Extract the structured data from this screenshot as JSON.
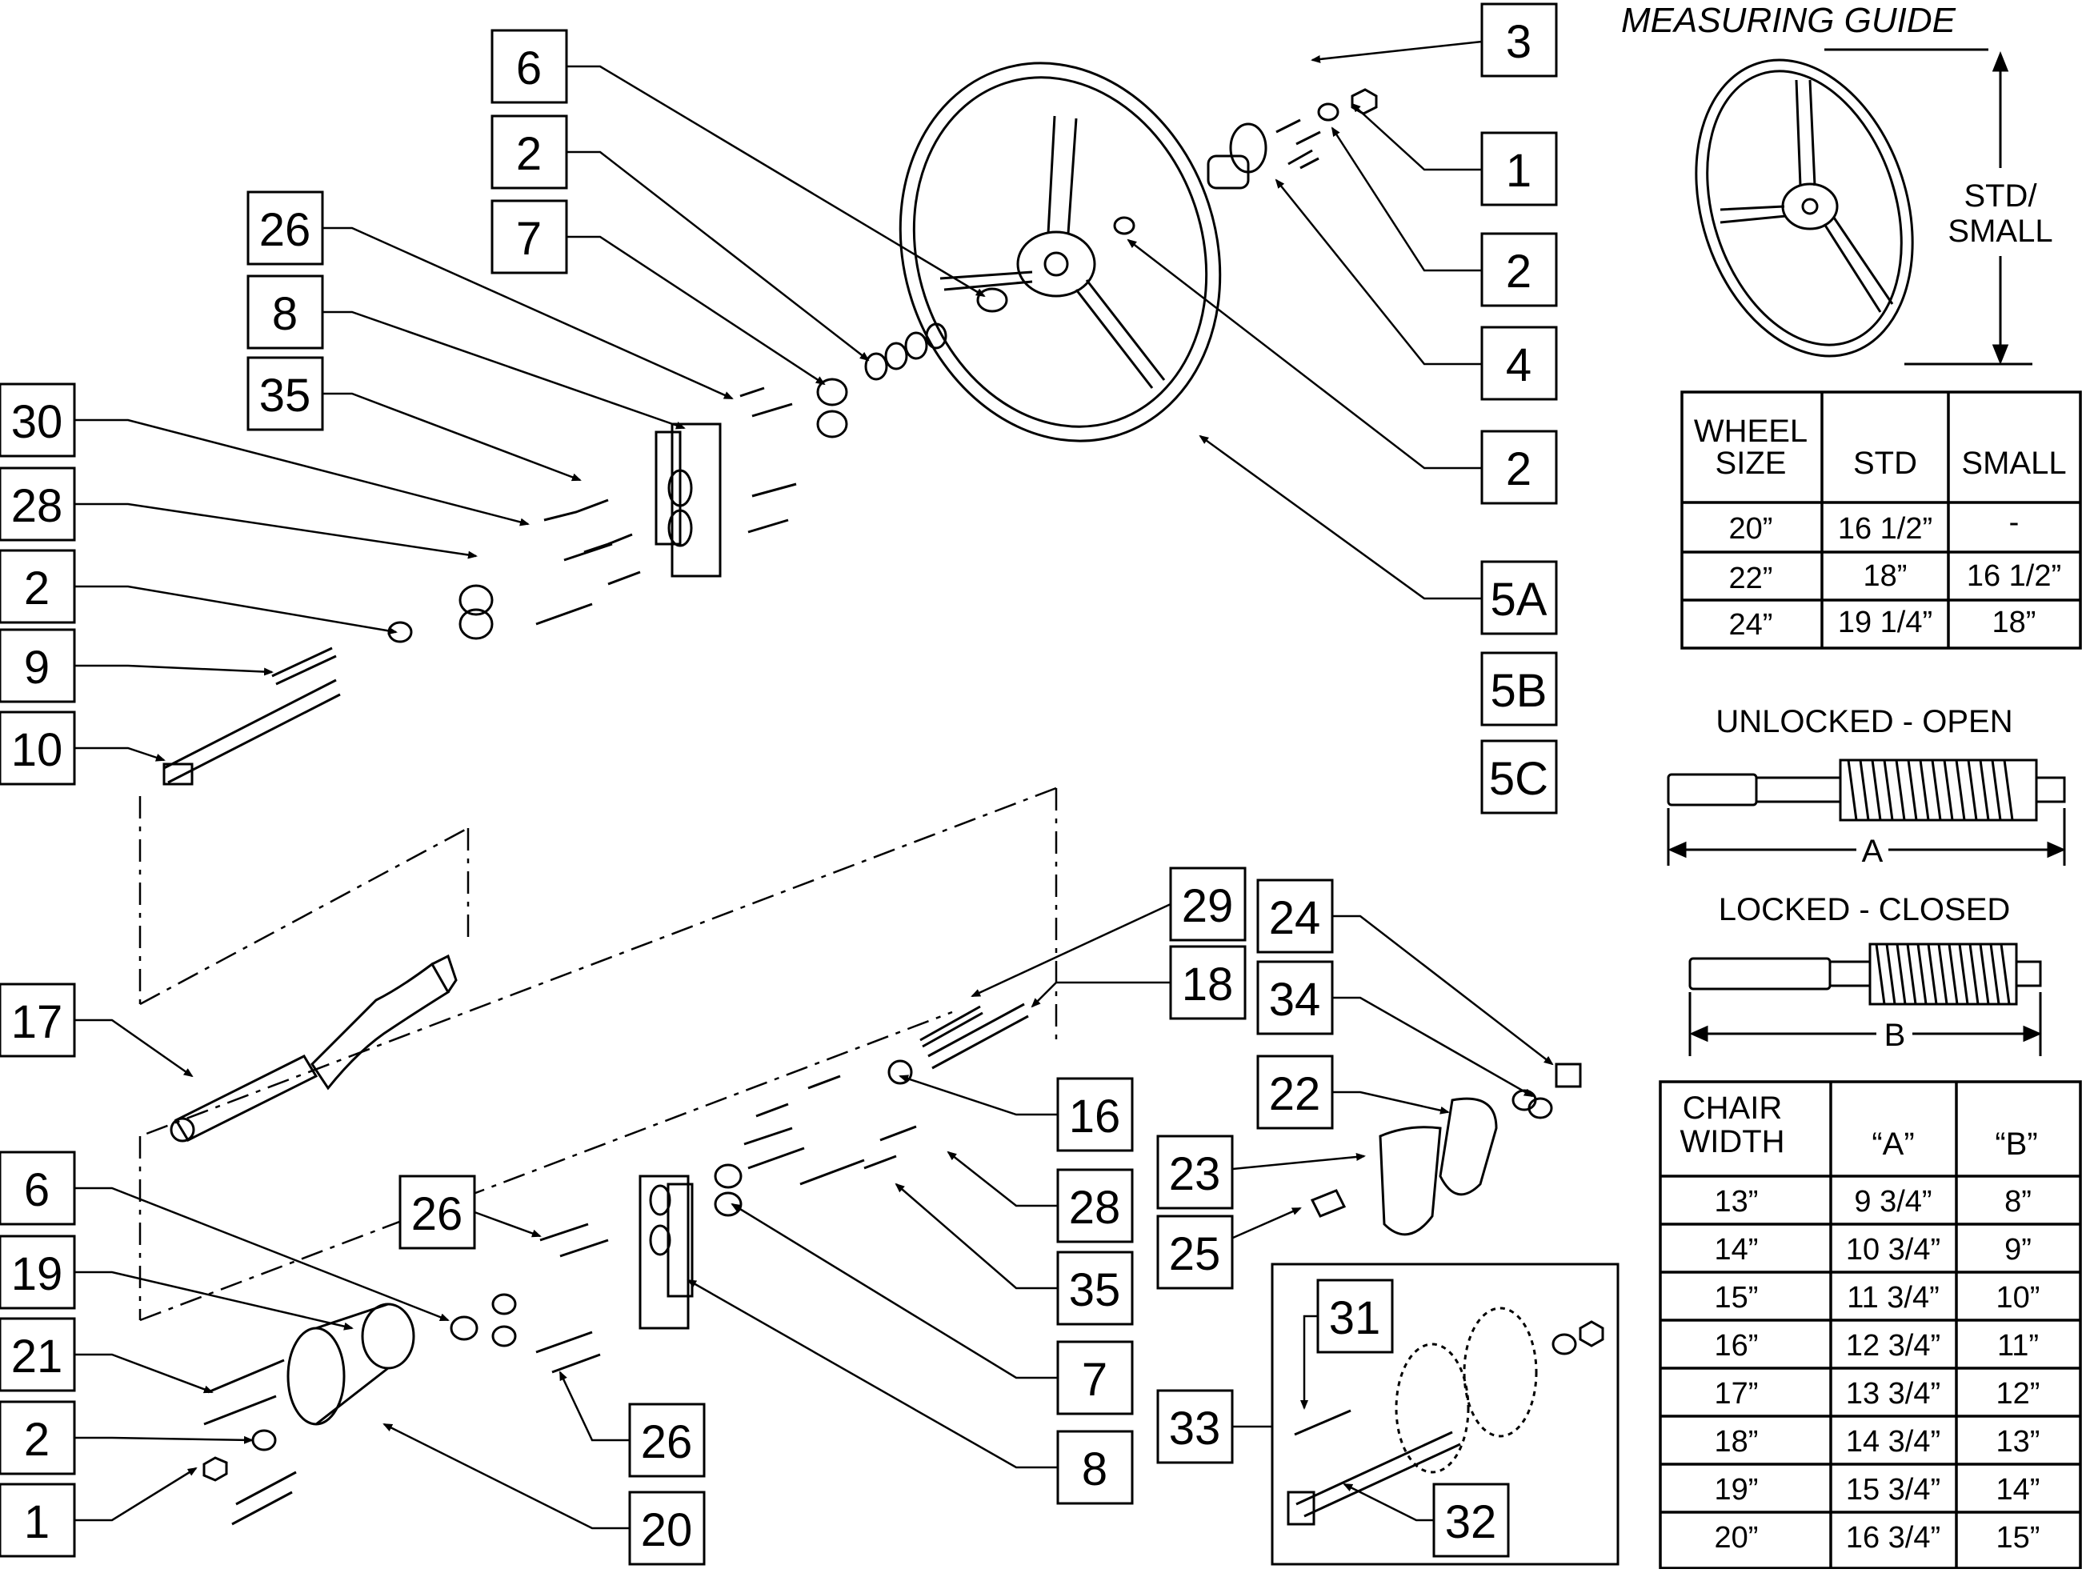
{
  "callouts": {
    "c3": "3",
    "c1a": "1",
    "c2a": "2",
    "c4": "4",
    "c2b": "2",
    "c5a": "5A",
    "c5b": "5B",
    "c5c": "5C",
    "c6a": "6",
    "c2c": "2",
    "c7a": "7",
    "c26a": "26",
    "c8a": "8",
    "c35a": "35",
    "c30": "30",
    "c28a": "28",
    "c2d": "2",
    "c9": "9",
    "c10": "10",
    "c17": "17",
    "c29": "29",
    "c18": "18",
    "c24": "24",
    "c34": "34",
    "c22": "22",
    "c16": "16",
    "c28b": "28",
    "c35b": "35",
    "c7b": "7",
    "c8b": "8",
    "c23": "23",
    "c25": "25",
    "c26b": "26",
    "c26c": "26",
    "c6b": "6",
    "c19": "19",
    "c21": "21",
    "c2e": "2",
    "c1b": "1",
    "c20": "20",
    "c31": "31",
    "c33": "33",
    "c32": "32"
  },
  "measuring_guide": {
    "title": "MEASURING GUIDE",
    "dim_label_1": "STD/",
    "dim_label_2": "SMALL"
  },
  "wheel_table": {
    "headers": [
      "WHEEL SIZE",
      "STD",
      "SMALL"
    ],
    "header_lines": [
      "WHEEL",
      "SIZE"
    ],
    "rows": [
      [
        "20”",
        "16 1/2”",
        "-"
      ],
      [
        "22”",
        "18”",
        "16 1/2”"
      ],
      [
        "24”",
        "19 1/4”",
        "18”"
      ]
    ]
  },
  "lock_diagrams": {
    "unlocked_label": "UNLOCKED - OPEN",
    "dim_a": "A",
    "locked_label": "LOCKED - CLOSED",
    "dim_b": "B"
  },
  "chair_table": {
    "header_lines": [
      "CHAIR",
      "WIDTH"
    ],
    "headers": [
      "CHAIR WIDTH",
      "“A”",
      "“B”"
    ],
    "rows": [
      [
        "13”",
        "9 3/4”",
        "8”"
      ],
      [
        "14”",
        "10 3/4”",
        "9”"
      ],
      [
        "15”",
        "11 3/4”",
        "10”"
      ],
      [
        "16”",
        "12 3/4”",
        "11”"
      ],
      [
        "17”",
        "13 3/4”",
        "12”"
      ],
      [
        "18”",
        "14 3/4”",
        "13”"
      ],
      [
        "19”",
        "15 3/4”",
        "14”"
      ],
      [
        "20”",
        "16 3/4”",
        "15”"
      ]
    ]
  }
}
